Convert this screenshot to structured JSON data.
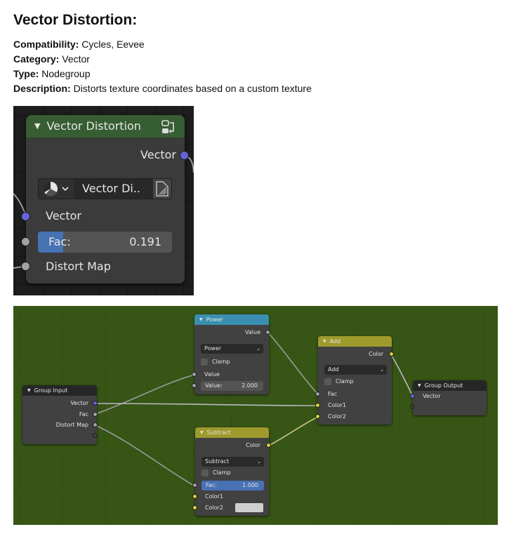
{
  "page": {
    "title": "Vector Distortion:",
    "compatibility_label": "Compatibility:",
    "compatibility": "Cycles, Eevee",
    "category_label": "Category:",
    "category": "Vector",
    "type_label": "Type:",
    "type": "Nodegroup",
    "description_label": "Description:",
    "description": "Distorts texture coordinates based on a custom texture"
  },
  "colors": {
    "vector_socket": "#6464d8",
    "float_socket": "#a2a2a2",
    "color_socket": "#d7d33a",
    "group_header": "#375d32",
    "input_header": "#3a8fb0",
    "color_header": "#9e9a2c",
    "slider_fill": "#4772b3",
    "graph_background": "#375515"
  },
  "closeup_node": {
    "title": "Vector Distortion",
    "collapse_icon": "triangle-down-icon",
    "header_icon": "nodegroup-icon",
    "output_vector": "Vector",
    "group_selector": {
      "browse_icon": "node-tree-icon",
      "name": "Vector Di..",
      "pin_icon": "fake-user-icon"
    },
    "input_vector": "Vector",
    "fac_label": "Fac:",
    "fac_value": "0.191",
    "fac_fraction": 0.191,
    "distort_map": "Distort Map"
  },
  "graph": {
    "group_input": {
      "title": "Group Input",
      "outputs": [
        "Vector",
        "Fac",
        "Distort Map"
      ]
    },
    "power": {
      "title": "Power",
      "output": "Value",
      "operation": "Power",
      "clamp": "Clamp",
      "input_value": "Value",
      "field_label": "Value:",
      "field_value": "2.000"
    },
    "subtract": {
      "title": "Subtract",
      "output": "Color",
      "operation": "Subtract",
      "clamp": "Clamp",
      "fac_label": "Fac:",
      "fac_value": "1.000",
      "color1": "Color1",
      "color2": "Color2"
    },
    "add": {
      "title": "Add",
      "output": "Color",
      "operation": "Add",
      "clamp": "Clamp",
      "fac": "Fac",
      "color1": "Color1",
      "color2": "Color2"
    },
    "group_output": {
      "title": "Group Output",
      "input": "Vector"
    }
  }
}
